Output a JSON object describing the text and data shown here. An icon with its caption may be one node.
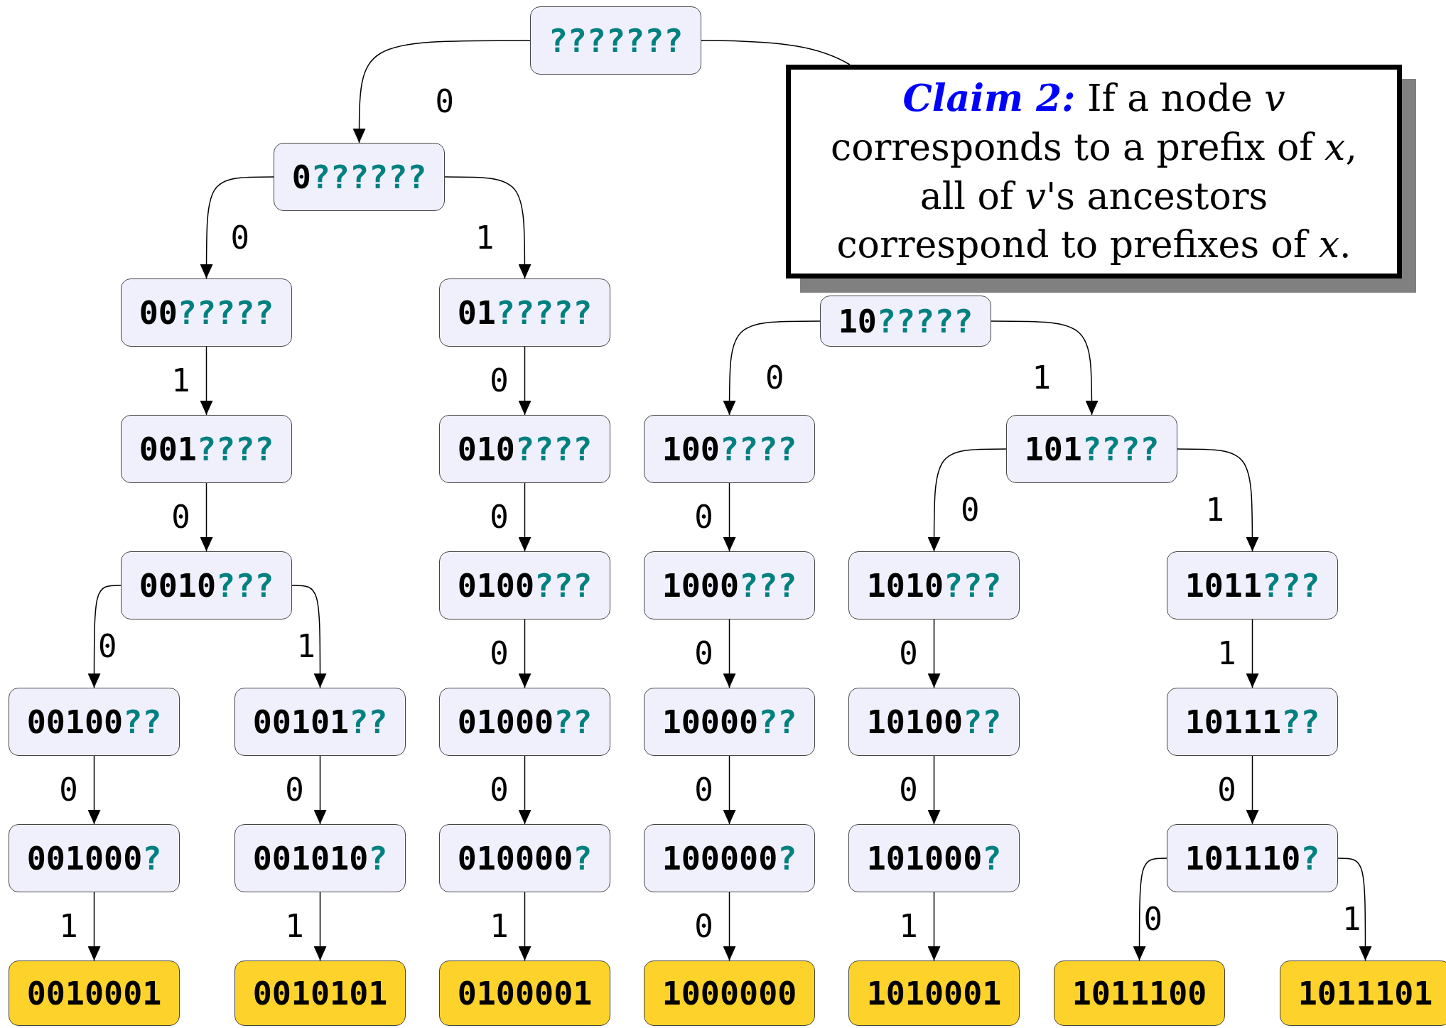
{
  "diagram": {
    "nodes": [
      {
        "text": [
          "???????"
        ]
      },
      {
        "text": [
          "0??????"
        ]
      },
      {
        "text": [
          "00?????"
        ]
      },
      {
        "text": [
          "01?????"
        ]
      },
      {
        "text": [
          "10?????"
        ]
      },
      {
        "text": [
          "001????"
        ]
      },
      {
        "text": [
          "010????"
        ]
      },
      {
        "text": [
          "100????"
        ]
      },
      {
        "text": [
          "101????"
        ]
      },
      {
        "text": [
          "0010???"
        ]
      },
      {
        "text": [
          "0100???"
        ]
      },
      {
        "text": [
          "1000???"
        ]
      },
      {
        "text": [
          "1010???"
        ]
      },
      {
        "text": [
          "1011???"
        ]
      },
      {
        "text": [
          "00100??"
        ]
      },
      {
        "text": [
          "00101??"
        ]
      },
      {
        "text": [
          "01000??"
        ]
      },
      {
        "text": [
          "10000??"
        ]
      },
      {
        "text": [
          "10100??"
        ]
      },
      {
        "text": [
          "10111??"
        ]
      },
      {
        "text": [
          "001000?"
        ]
      },
      {
        "text": [
          "001010?"
        ]
      },
      {
        "text": [
          "010000?"
        ]
      },
      {
        "text": [
          "100000?"
        ]
      },
      {
        "text": [
          "101000?"
        ]
      },
      {
        "text": [
          "101110?"
        ]
      },
      {
        "text": [
          "0010001"
        ]
      },
      {
        "text": [
          "0010101"
        ]
      },
      {
        "text": [
          "0100001"
        ]
      },
      {
        "text": [
          "1000000"
        ]
      },
      {
        "text": [
          "1010001"
        ]
      },
      {
        "text": [
          "1011100"
        ]
      },
      {
        "text": [
          "1011101"
        ]
      },
      {
        "text": [
          "**Claim 2:** If a node *v* corresponds to a prefix of *x*, all of *v*'s ancestors correspond to prefixes of *x*."
        ]
      }
    ],
    "edges": [
      {
        "from": 0,
        "to": 1,
        "arrow": "to",
        "label": "0"
      },
      {
        "from": 0,
        "to": 33,
        "arrow": "none"
      },
      {
        "from": 1,
        "to": 2,
        "arrow": "to",
        "label": "0"
      },
      {
        "from": 1,
        "to": 3,
        "arrow": "to",
        "label": "1"
      },
      {
        "from": 2,
        "to": 5,
        "arrow": "to",
        "label": "1"
      },
      {
        "from": 3,
        "to": 6,
        "arrow": "to",
        "label": "0"
      },
      {
        "from": 4,
        "to": 7,
        "arrow": "to",
        "label": "0"
      },
      {
        "from": 4,
        "to": 8,
        "arrow": "to",
        "label": "1"
      },
      {
        "from": 5,
        "to": 9,
        "arrow": "to",
        "label": "0"
      },
      {
        "from": 6,
        "to": 10,
        "arrow": "to",
        "label": "0"
      },
      {
        "from": 7,
        "to": 11,
        "arrow": "to",
        "label": "0"
      },
      {
        "from": 8,
        "to": 12,
        "arrow": "to",
        "label": "0"
      },
      {
        "from": 8,
        "to": 13,
        "arrow": "to",
        "label": "1"
      },
      {
        "from": 9,
        "to": 14,
        "arrow": "to",
        "label": "0"
      },
      {
        "from": 9,
        "to": 15,
        "arrow": "to",
        "label": "1"
      },
      {
        "from": 10,
        "to": 16,
        "arrow": "to",
        "label": "0"
      },
      {
        "from": 11,
        "to": 17,
        "arrow": "to",
        "label": "0"
      },
      {
        "from": 12,
        "to": 18,
        "arrow": "to",
        "label": "0"
      },
      {
        "from": 13,
        "to": 19,
        "arrow": "to",
        "label": "1"
      },
      {
        "from": 14,
        "to": 20,
        "arrow": "to",
        "label": "0"
      },
      {
        "from": 15,
        "to": 21,
        "arrow": "to",
        "label": "0"
      },
      {
        "from": 16,
        "to": 22,
        "arrow": "to",
        "label": "0"
      },
      {
        "from": 17,
        "to": 23,
        "arrow": "to",
        "label": "0"
      },
      {
        "from": 18,
        "to": 24,
        "arrow": "to",
        "label": "0"
      },
      {
        "from": 19,
        "to": 25,
        "arrow": "to",
        "label": "0"
      },
      {
        "from": 20,
        "to": 26,
        "arrow": "to",
        "label": "1"
      },
      {
        "from": 21,
        "to": 27,
        "arrow": "to",
        "label": "1"
      },
      {
        "from": 22,
        "to": 28,
        "arrow": "to",
        "label": "1"
      },
      {
        "from": 23,
        "to": 29,
        "arrow": "to",
        "label": "0"
      },
      {
        "from": 24,
        "to": 30,
        "arrow": "to",
        "label": "1"
      },
      {
        "from": 25,
        "to": 31,
        "arrow": "to",
        "label": "0"
      },
      {
        "from": 25,
        "to": 32,
        "arrow": "to",
        "label": "1"
      }
    ]
  }
}
